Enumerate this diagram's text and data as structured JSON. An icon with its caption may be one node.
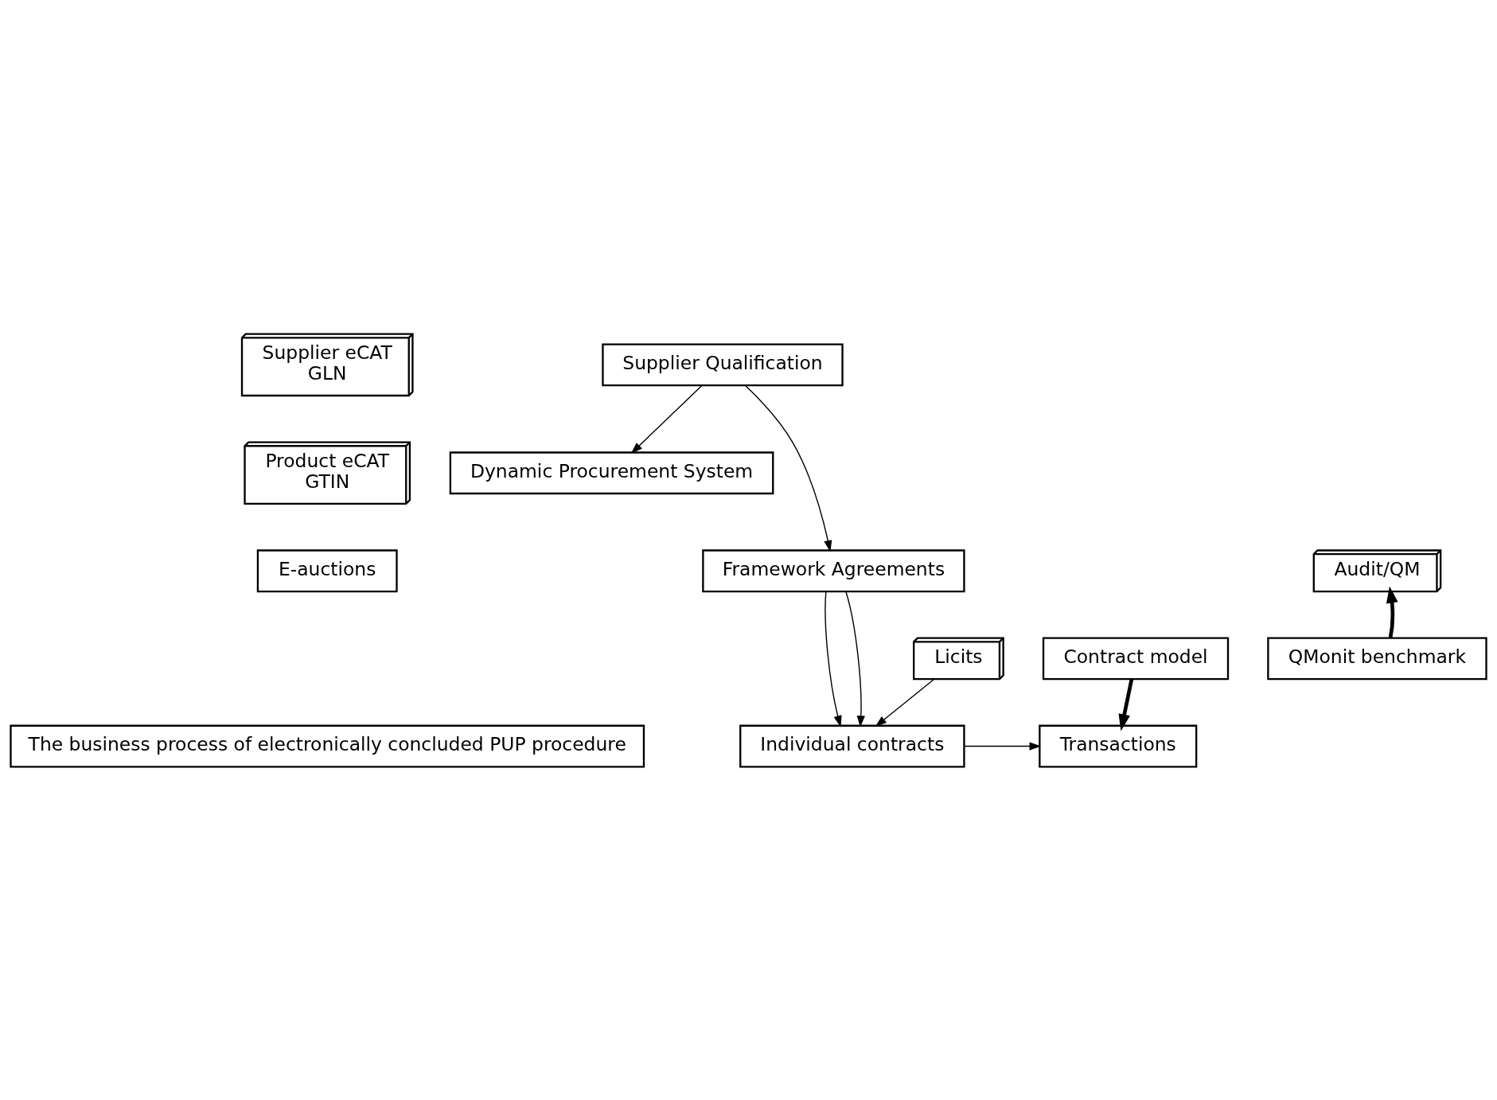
{
  "diagram": {
    "nodes": [
      {
        "text": [
          "Supplier eCAT",
          "GLN"
        ]
      },
      {
        "text": [
          "Product eCAT",
          "GTIN"
        ]
      },
      {
        "text": [
          "Supplier Qualification"
        ]
      },
      {
        "text": [
          "Dynamic Procurement System"
        ]
      },
      {
        "text": [
          "Framework Agreements"
        ]
      },
      {
        "text": [
          "Licits"
        ]
      },
      {
        "text": [
          "E-auctions"
        ]
      },
      {
        "text": [
          "Audit/QM"
        ]
      },
      {
        "text": [
          "Contract model"
        ]
      },
      {
        "text": [
          "QMonit benchmark"
        ]
      },
      {
        "text": [
          "Individual contracts"
        ]
      },
      {
        "text": [
          "Transactions"
        ]
      },
      {
        "text": [
          "The business process of electronically concluded PUP procedure"
        ]
      }
    ],
    "edges": [
      {
        "from": 2,
        "to": 3,
        "arrow": "to"
      },
      {
        "from": 2,
        "to": 4,
        "arrow": "to"
      },
      {
        "from": 4,
        "to": 10,
        "arrow": "to"
      },
      {
        "from": 4,
        "to": 10,
        "arrow": "to"
      },
      {
        "from": 5,
        "to": 10,
        "arrow": "to"
      },
      {
        "from": 10,
        "to": 11,
        "arrow": "to"
      },
      {
        "from": 9,
        "to": 7,
        "arrow": "to",
        "style": "thick"
      },
      {
        "from": 8,
        "to": 11,
        "arrow": "to",
        "style": "thick"
      }
    ]
  }
}
